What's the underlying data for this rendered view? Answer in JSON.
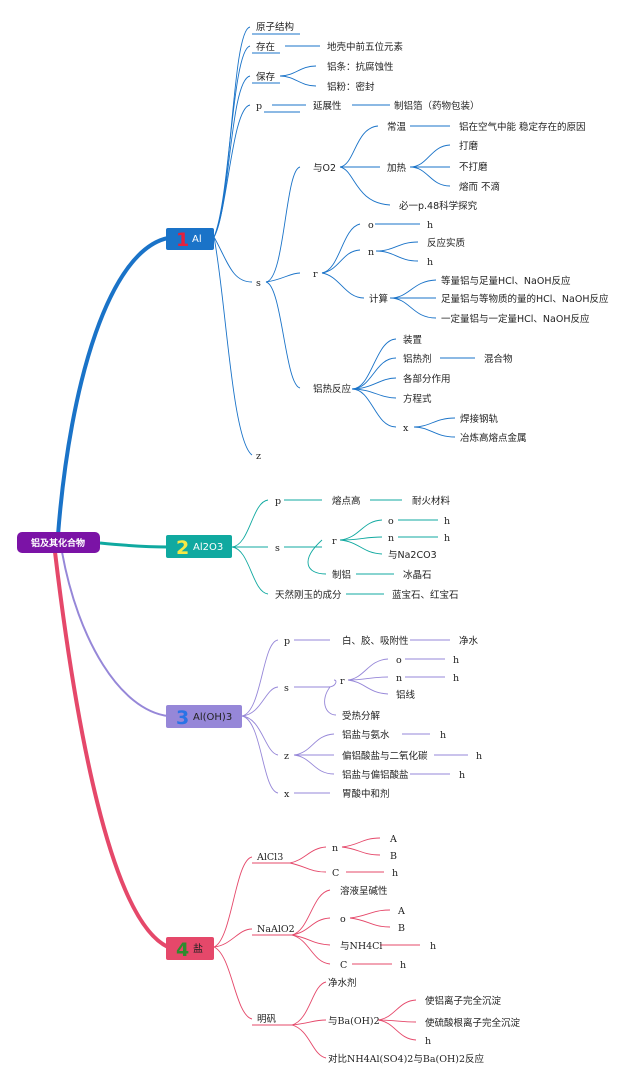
{
  "root": {
    "label": "铝及其化合物"
  },
  "colors": {
    "root_fill": "#7b13a6",
    "al": "#1a73c8",
    "al2o3": "#10a9a0",
    "aloh3": "#9687d8",
    "salt": "#e5486a"
  },
  "branches": {
    "al": {
      "number": "1",
      "name": "Al",
      "items": {
        "structure": "原子结构",
        "exist": "存在",
        "exist_detail": "地壳中前五位元素",
        "store": "保存",
        "store_strip": "铝条：抗腐蚀性",
        "store_powder": "铝粉：密封",
        "p": "p",
        "p_ductile": "延展性",
        "p_foil": "制铝箔（药物包装）",
        "s": "s",
        "o2": "与O2",
        "normal_temp": "常温",
        "normal_temp_detail": "铝在空气中能 稳定存在的原因",
        "heating": "加热",
        "heat_polish": "打磨",
        "heat_nopolish": "不打磨",
        "heat_melt": "熔而 不滴",
        "textbook": "必一p.48科学探究",
        "r": "r",
        "o": "o",
        "o_h": "h",
        "n": "n",
        "n_essence": "反应实质",
        "n_h": "h",
        "calc": "计算",
        "calc1": "等量铝与足量HCl、NaOH反应",
        "calc2": "足量铝与等物质的量的HCl、NaOH反应",
        "calc3": "一定量铝与一定量HCl、NaOH反应",
        "thermite": "铝热反应",
        "device": "装置",
        "agent": "铝热剂",
        "agent_detail": "混合物",
        "parts": "各部分作用",
        "equation": "方程式",
        "x": "x",
        "x_weld": "焊接钢轨",
        "x_smelt": "冶炼高熔点金属",
        "z": "z"
      }
    },
    "al2o3": {
      "number": "2",
      "name": "Al2O3",
      "items": {
        "p": "p",
        "p_melt": "熔点高",
        "p_refractory": "耐火材料",
        "s": "s",
        "r": "r",
        "o": "o",
        "o_h": "h",
        "n": "n",
        "n_h": "h",
        "na2co3": "与Na2CO3",
        "make_al": "制铝",
        "cryolite": "冰晶石",
        "corundum": "天然刚玉的成分",
        "gems": "蓝宝石、红宝石"
      }
    },
    "aloh3": {
      "number": "3",
      "name": "Al(OH)3",
      "items": {
        "p": "p",
        "p_colloid": "白、胶、吸附性",
        "p_purify": "净水",
        "s": "s",
        "r": "r",
        "o": "o",
        "o_h": "h",
        "n": "n",
        "n_h": "h",
        "line": "铝线",
        "decompose": "受热分解",
        "z": "z",
        "z1": "铝盐与氨水",
        "z1_h": "h",
        "z2": "偏铝酸盐与二氧化碳",
        "z2_h": "h",
        "z3": "铝盐与偏铝酸盐",
        "z3_h": "h",
        "x": "x",
        "x_antacid": "胃酸中和剂"
      }
    },
    "salt": {
      "number": "4",
      "name": "盐",
      "items": {
        "alcl3": "AlCl3",
        "alcl3_n": "n",
        "alcl3_a": "A",
        "alcl3_b": "B",
        "alcl3_c": "C",
        "alcl3_h": "h",
        "naalo2": "NaAlO2",
        "naalo2_alk": "溶液呈碱性",
        "naalo2_o": "o",
        "naalo2_a": "A",
        "naalo2_b": "B",
        "naalo2_nh4cl": "与NH4Cl",
        "naalo2_nh4cl_h": "h",
        "naalo2_c": "C",
        "naalo2_c_h": "h",
        "alum": "明矾",
        "alum_purify": "净水剂",
        "alum_baoh2": "与Ba(OH)2",
        "alum_al": "使铝离子完全沉淀",
        "alum_so4": "使硫酸根离子完全沉淀",
        "alum_h": "h",
        "alum_compare": "对比NH4Al(SO4)2与Ba(OH)2反应"
      }
    }
  }
}
